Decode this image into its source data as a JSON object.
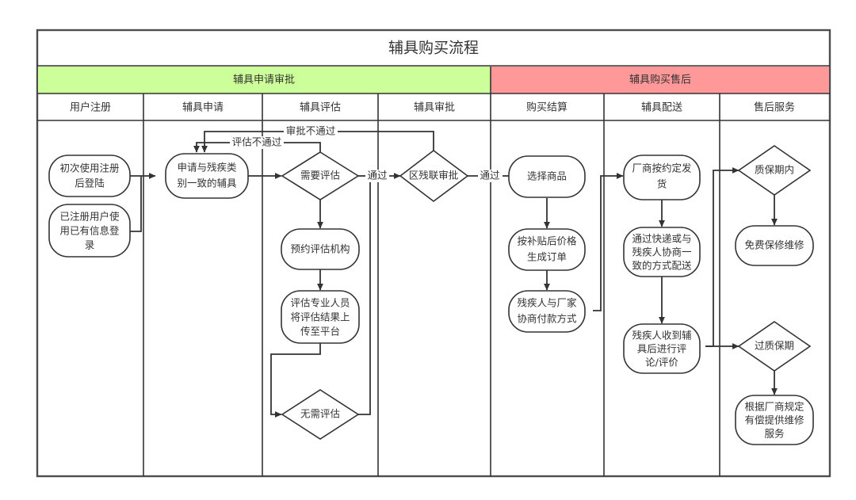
{
  "diagram": {
    "title": "辅具购买流程",
    "phases": [
      {
        "id": "phase-apply",
        "label": "辅具申请审批",
        "color": "#ccff99"
      },
      {
        "id": "phase-purchase",
        "label": "辅具购买售后",
        "color": "#ff9999"
      }
    ],
    "columns": [
      {
        "id": "col-register",
        "label": "用户注册"
      },
      {
        "id": "col-application",
        "label": "辅具申请"
      },
      {
        "id": "col-assessment",
        "label": "辅具评估"
      },
      {
        "id": "col-approval",
        "label": "辅具审批"
      },
      {
        "id": "col-settlement",
        "label": "购买结算"
      },
      {
        "id": "col-delivery",
        "label": "辅具配送"
      },
      {
        "id": "col-aftersales",
        "label": "售后服务"
      }
    ],
    "nodes": [
      {
        "id": "node-first-register",
        "shape": "rounded",
        "lines": [
          "初次使用注册",
          "后登陆"
        ]
      },
      {
        "id": "node-existing-login",
        "shape": "rounded",
        "lines": [
          "已注册用户使",
          "用已有信息登",
          "录"
        ]
      },
      {
        "id": "node-apply-device",
        "shape": "rounded",
        "lines": [
          "申请与残疾类",
          "别一致的辅具"
        ]
      },
      {
        "id": "node-need-assessment",
        "shape": "diamond",
        "lines": [
          "需要评估"
        ]
      },
      {
        "id": "node-book-agency",
        "shape": "rounded",
        "lines": [
          "预约评估机构"
        ]
      },
      {
        "id": "node-upload-result",
        "shape": "rounded",
        "lines": [
          "评估专业人员",
          "将评估结果上",
          "传至平台"
        ]
      },
      {
        "id": "node-no-assessment",
        "shape": "diamond",
        "lines": [
          "无需评估"
        ]
      },
      {
        "id": "node-district-approval",
        "shape": "diamond",
        "lines": [
          "区残联审批"
        ]
      },
      {
        "id": "node-select-goods",
        "shape": "rounded",
        "lines": [
          "选择商品"
        ]
      },
      {
        "id": "node-generate-order",
        "shape": "rounded",
        "lines": [
          "按补贴后价格",
          "生成订单"
        ]
      },
      {
        "id": "node-negotiate-payment",
        "shape": "rounded",
        "lines": [
          "残疾人与厂家",
          "协商付款方式"
        ]
      },
      {
        "id": "node-vendor-ship",
        "shape": "rounded",
        "lines": [
          "厂商按约定发",
          "货"
        ]
      },
      {
        "id": "node-delivery-method",
        "shape": "rounded",
        "lines": [
          "通过快递或与",
          "残疾人协商一",
          "致的方式配送"
        ]
      },
      {
        "id": "node-receive-review",
        "shape": "rounded",
        "lines": [
          "残疾人收到辅",
          "具后进行评",
          "论/评价"
        ]
      },
      {
        "id": "node-in-warranty",
        "shape": "diamond",
        "lines": [
          "质保期内"
        ]
      },
      {
        "id": "node-free-repair",
        "shape": "rounded",
        "lines": [
          "免费保修维修"
        ]
      },
      {
        "id": "node-out-warranty",
        "shape": "diamond",
        "lines": [
          "过质保期"
        ]
      },
      {
        "id": "node-paid-repair",
        "shape": "rounded",
        "lines": [
          "根据厂商规定",
          "有偿提供维修",
          "服务"
        ]
      }
    ],
    "edge_labels": [
      {
        "id": "edge-label-approval-rejected",
        "text": "审批不通过"
      },
      {
        "id": "edge-label-assessment-rejected",
        "text": "评估不通过"
      },
      {
        "id": "edge-label-assessment-pass",
        "text": "通过"
      },
      {
        "id": "edge-label-approval-pass",
        "text": "通过"
      }
    ]
  }
}
